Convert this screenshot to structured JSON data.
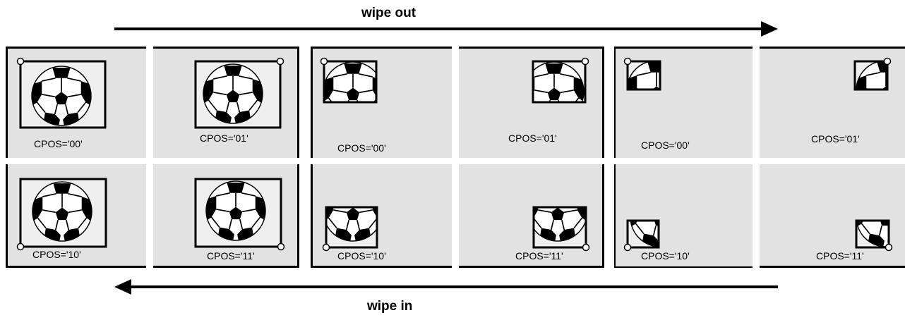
{
  "titles": {
    "wipe_out": "wipe out",
    "wipe_in": "wipe in"
  },
  "cells": [
    {
      "label": "CPOS='00'",
      "corner": "tl",
      "size": "full"
    },
    {
      "label": "CPOS='01'",
      "corner": "tr",
      "size": "full"
    },
    {
      "label": "CPOS='00'",
      "corner": "tl",
      "size": "mid"
    },
    {
      "label": "CPOS='01'",
      "corner": "tr",
      "size": "mid"
    },
    {
      "label": "CPOS='00'",
      "corner": "tl",
      "size": "small"
    },
    {
      "label": "CPOS='01'",
      "corner": "tr",
      "size": "small"
    },
    {
      "label": "CPOS='10'",
      "corner": "bl",
      "size": "full"
    },
    {
      "label": "CPOS='11'",
      "corner": "br",
      "size": "full"
    },
    {
      "label": "CPOS='10'",
      "corner": "bl",
      "size": "mid"
    },
    {
      "label": "CPOS='11'",
      "corner": "br",
      "size": "mid"
    },
    {
      "label": "CPOS='10'",
      "corner": "bl",
      "size": "small"
    },
    {
      "label": "CPOS='11'",
      "corner": "br",
      "size": "small"
    }
  ]
}
